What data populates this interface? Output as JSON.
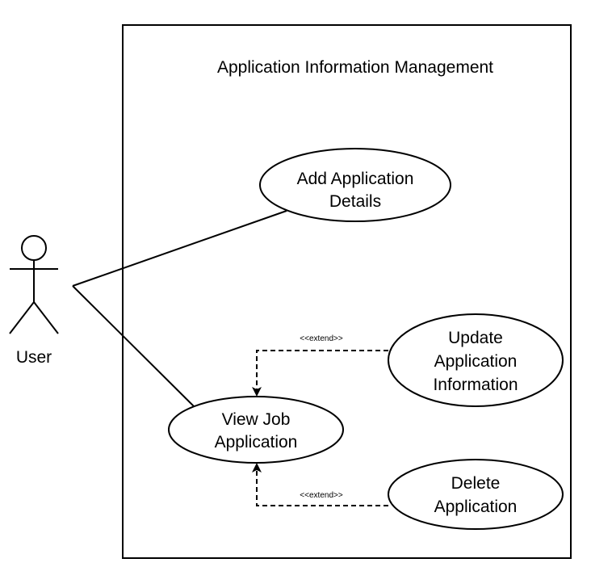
{
  "system": {
    "title": "Application Information Management"
  },
  "actor": {
    "label": "User"
  },
  "use_cases": {
    "add_details": {
      "line1": "Add Application",
      "line2": "Details"
    },
    "update_info": {
      "line1": "Update",
      "line2": "Application",
      "line3": "Information"
    },
    "view_job": {
      "line1": "View Job",
      "line2": "Application"
    },
    "delete_app": {
      "line1": "Delete",
      "line2": "Application"
    }
  },
  "relationships": {
    "extend_update": "<<extend>>",
    "extend_delete": "<<extend>>"
  }
}
